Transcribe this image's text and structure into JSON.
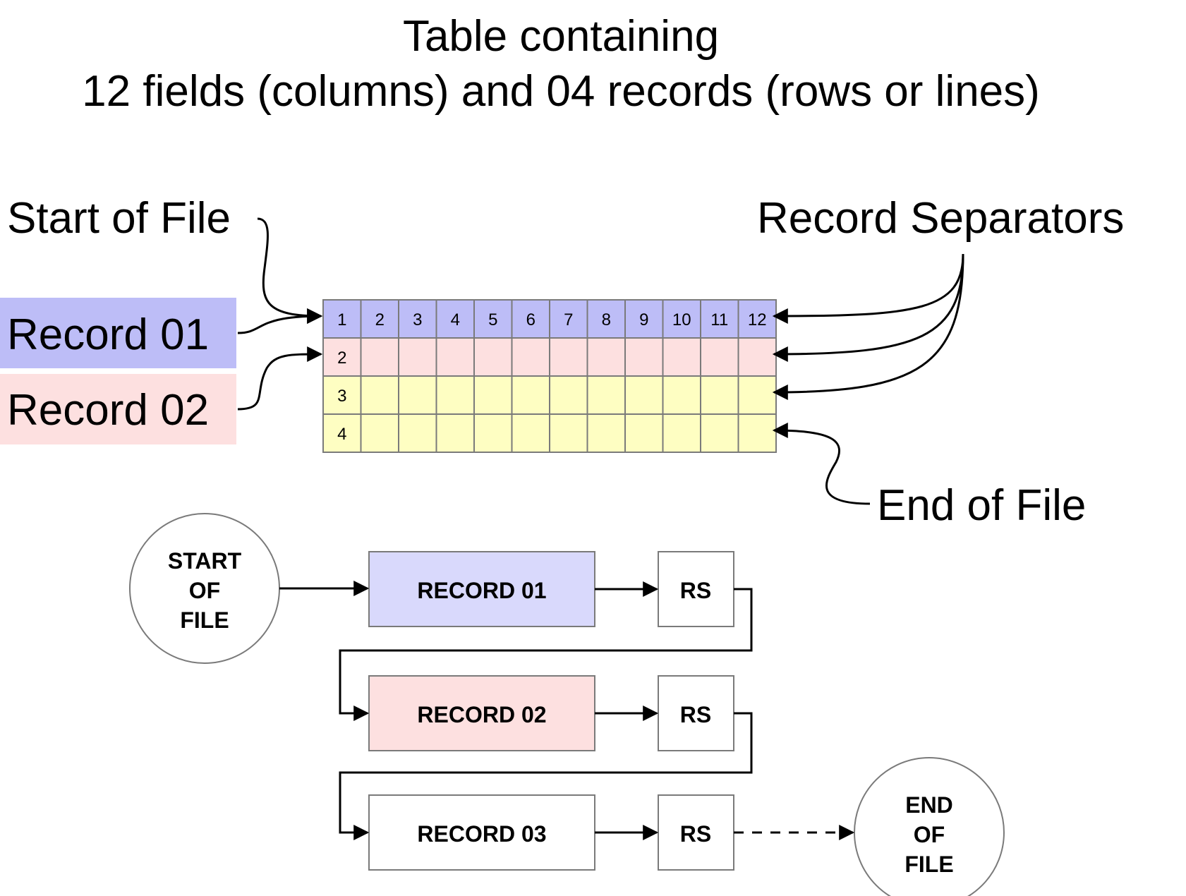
{
  "title": {
    "line1": "Table containing",
    "line2": "12 fields (columns) and 04 records (rows or lines)"
  },
  "labels": {
    "start_of_file": "Start of File",
    "record_separators": "Record Separators",
    "record_01": "Record 01",
    "record_02": "Record 02",
    "end_of_file": "End of File"
  },
  "table": {
    "columns": [
      "1",
      "2",
      "3",
      "4",
      "5",
      "6",
      "7",
      "8",
      "9",
      "10",
      "11",
      "12"
    ],
    "rows": [
      "1",
      "2",
      "3",
      "4"
    ],
    "row_colors": [
      "#bdbdf7",
      "#fde0e0",
      "#fefec2",
      "#fefec2"
    ],
    "label_colors": {
      "record_01": "#bdbdf7",
      "record_02": "#fde0e0"
    }
  },
  "flow": {
    "start": [
      "START",
      "OF",
      "FILE"
    ],
    "end": [
      "END",
      "OF",
      "FILE"
    ],
    "records": [
      {
        "label": "RECORD 01",
        "fill": "#d9d9fc"
      },
      {
        "label": "RECORD 02",
        "fill": "#fde0e0"
      },
      {
        "label": "RECORD 03",
        "fill": "#ffffff"
      }
    ],
    "separator": "RS"
  }
}
